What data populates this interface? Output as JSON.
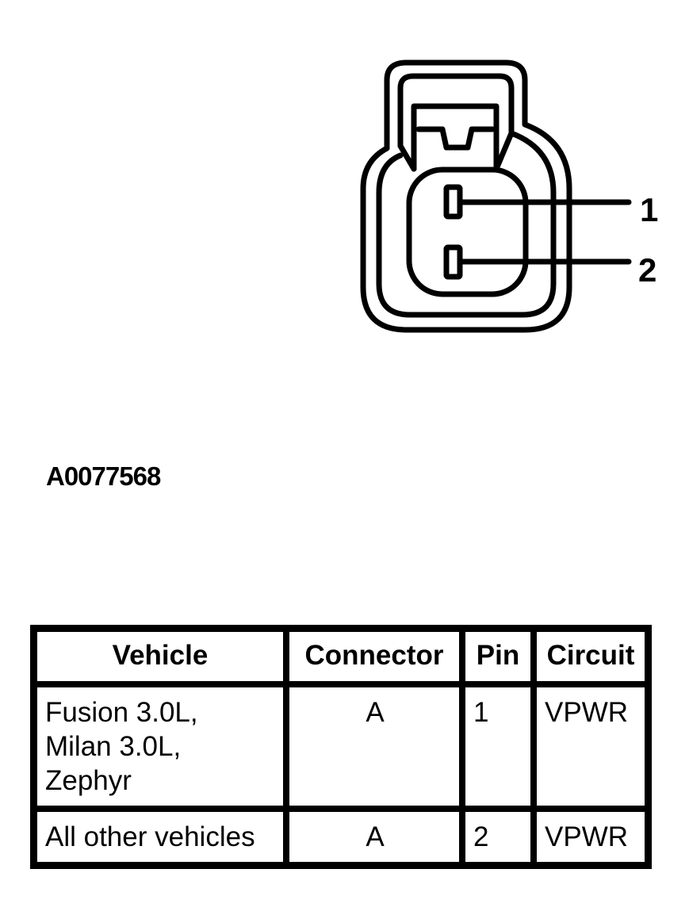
{
  "diagram": {
    "pins": [
      {
        "label": "1"
      },
      {
        "label": "2"
      }
    ],
    "figure_code": "A0077568"
  },
  "table": {
    "headers": {
      "vehicle": "Vehicle",
      "connector": "Connector",
      "pin": "Pin",
      "circuit": "Circuit"
    },
    "rows": [
      {
        "vehicle": "Fusion 3.0L,\nMilan 3.0L,\nZephyr",
        "connector": "A",
        "pin": "1",
        "circuit": "VPWR"
      },
      {
        "vehicle": "All other vehicles",
        "connector": "A",
        "pin": "2",
        "circuit": "VPWR"
      }
    ]
  },
  "colors": {
    "line": "#000000",
    "background": "#ffffff"
  }
}
